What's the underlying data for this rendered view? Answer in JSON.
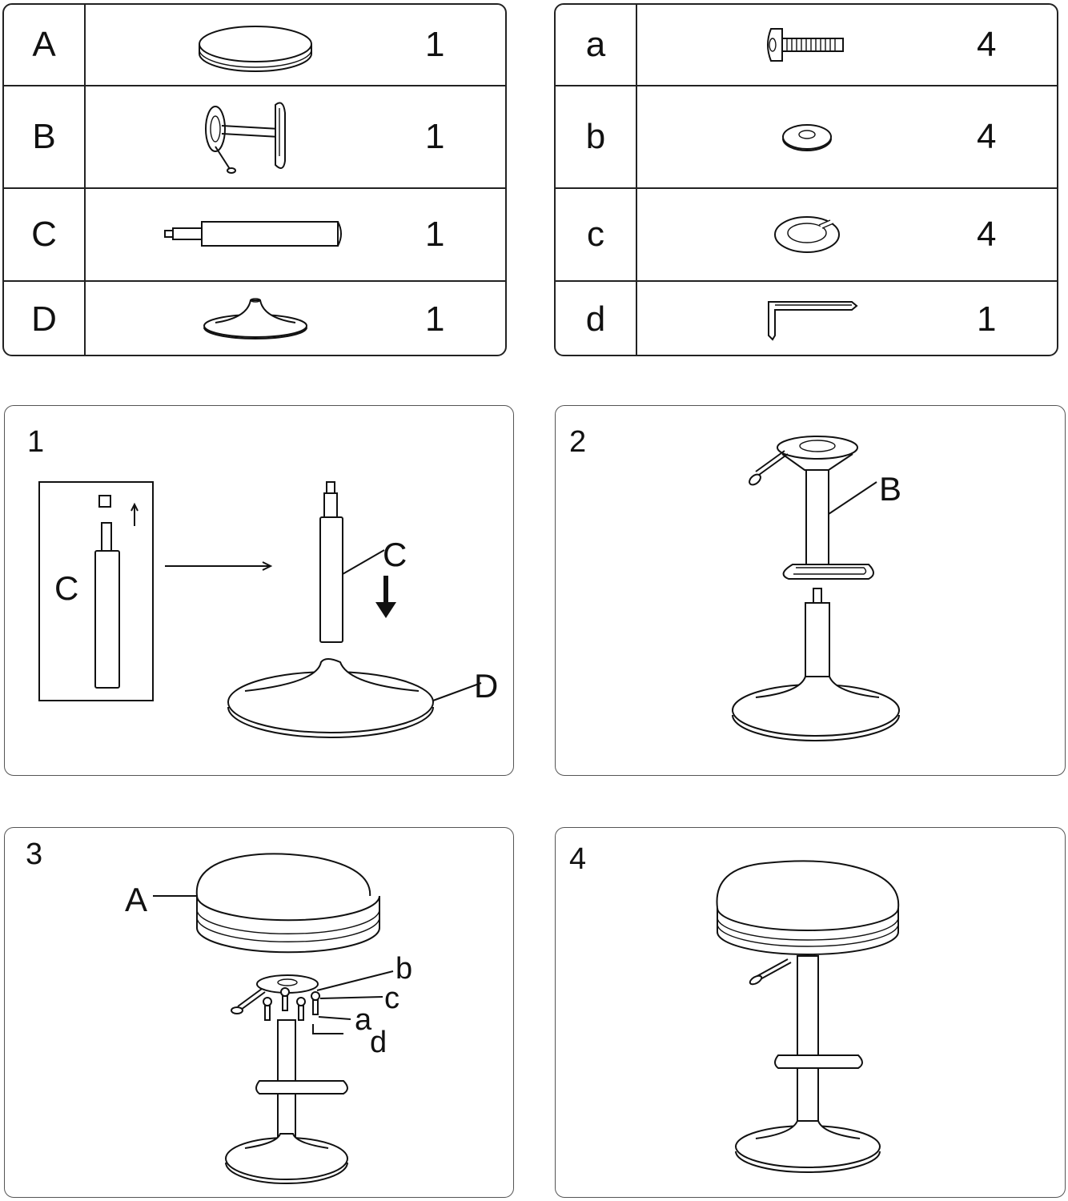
{
  "parts_left": [
    {
      "label": "A",
      "icon": "seat-cushion-icon",
      "qty": "1"
    },
    {
      "label": "B",
      "icon": "seat-plate-footrest-icon",
      "qty": "1"
    },
    {
      "label": "C",
      "icon": "gas-lift-cylinder-icon",
      "qty": "1"
    },
    {
      "label": "D",
      "icon": "round-base-icon",
      "qty": "1"
    }
  ],
  "parts_right": [
    {
      "label": "a",
      "icon": "bolt-icon",
      "qty": "4"
    },
    {
      "label": "b",
      "icon": "flat-washer-icon",
      "qty": "4"
    },
    {
      "label": "c",
      "icon": "spring-washer-icon",
      "qty": "4"
    },
    {
      "label": "d",
      "icon": "allen-key-icon",
      "qty": "1"
    }
  ],
  "steps": [
    {
      "number": "1",
      "labels": {
        "inset_part": "C",
        "cylinder": "C",
        "base": "D"
      }
    },
    {
      "number": "2",
      "labels": {
        "column": "B"
      }
    },
    {
      "number": "3",
      "labels": {
        "seat": "A",
        "washer": "b",
        "spring_washer": "c",
        "bolt": "a",
        "key": "d"
      }
    },
    {
      "number": "4",
      "labels": {}
    }
  ]
}
